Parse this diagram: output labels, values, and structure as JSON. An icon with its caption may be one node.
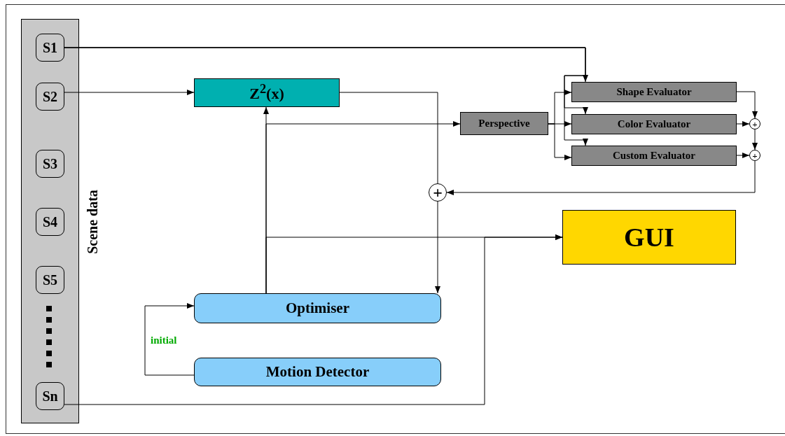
{
  "diagram": {
    "nodes": [
      {
        "text": [],
        "shape": "box",
        "beside": [
          "Scene data"
        ]
      },
      {
        "text": [
          "S1"
        ],
        "in": 0
      },
      {
        "text": [
          "S2"
        ],
        "in": 0
      },
      {
        "text": [
          "S3"
        ],
        "in": 0
      },
      {
        "text": [
          "S4"
        ],
        "in": 0
      },
      {
        "text": [
          "S5"
        ],
        "in": 0
      },
      {
        "text": [
          "Sn"
        ],
        "in": 0
      },
      {
        "text": [
          "Z$^{2}$(x)"
        ]
      },
      {
        "text": [
          "Perspective"
        ]
      },
      {
        "text": [
          "Shape Evaluator"
        ]
      },
      {
        "text": [
          "Color Evaluator"
        ]
      },
      {
        "text": [
          "Custom Evaluator"
        ]
      },
      {
        "text": [
          "+"
        ]
      },
      {
        "text": [
          "+"
        ]
      },
      {
        "text": [
          "+"
        ]
      },
      {
        "text": [
          "GUI"
        ]
      },
      {
        "text": [
          "Optimiser"
        ]
      },
      {
        "text": [
          "Motion Detector"
        ]
      }
    ],
    "edges": [
      {
        "from": 1,
        "to": 9,
        "arrow": "to"
      },
      {
        "from": 1,
        "to": 10,
        "arrow": "to"
      },
      {
        "from": 1,
        "to": 11,
        "arrow": "to"
      },
      {
        "from": 2,
        "to": 7,
        "arrow": "to"
      },
      {
        "from": 7,
        "to": 14,
        "arrow": "none"
      },
      {
        "from": 14,
        "to": 16,
        "arrow": "to"
      },
      {
        "from": 16,
        "to": 7,
        "arrow": "to"
      },
      {
        "from": 16,
        "to": 8,
        "arrow": "to"
      },
      {
        "from": 16,
        "to": 15,
        "arrow": "to"
      },
      {
        "from": 8,
        "to": 9,
        "arrow": "to"
      },
      {
        "from": 8,
        "to": 10,
        "arrow": "to"
      },
      {
        "from": 8,
        "to": 11,
        "arrow": "to"
      },
      {
        "from": 9,
        "to": 12,
        "arrow": "to"
      },
      {
        "from": 10,
        "to": 12,
        "arrow": "to"
      },
      {
        "from": 12,
        "to": 13,
        "arrow": "to"
      },
      {
        "from": 11,
        "to": 13,
        "arrow": "to"
      },
      {
        "from": 13,
        "to": 14,
        "arrow": "to"
      },
      {
        "from": 17,
        "to": 16,
        "arrow": "to",
        "label": "initial"
      },
      {
        "from": 6,
        "to": 15,
        "arrow": "to"
      }
    ]
  }
}
